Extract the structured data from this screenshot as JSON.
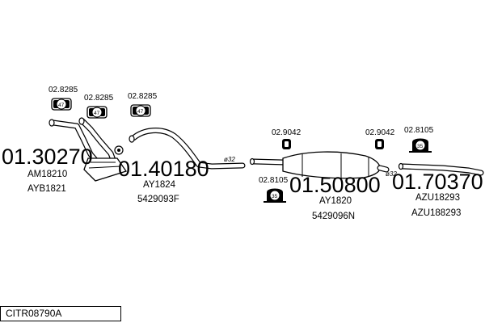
{
  "diagram_code": "CITR08790A",
  "parts": [
    {
      "number": "01.30270",
      "refs": [
        "AM18210",
        "AYB1821"
      ]
    },
    {
      "number": "01.40180",
      "refs": [
        "AY1824",
        "5429093F"
      ]
    },
    {
      "number": "01.50800",
      "refs": [
        "AY1820",
        "5429096N"
      ]
    },
    {
      "number": "01.70370",
      "refs": [
        "AZU18293",
        "AZU188293"
      ]
    }
  ],
  "clamps": [
    {
      "number": "02.8285",
      "size": "47"
    },
    {
      "number": "02.8285",
      "size": "47"
    },
    {
      "number": "02.8285",
      "size": "47"
    },
    {
      "number": "02.9042"
    },
    {
      "number": "02.9042"
    },
    {
      "number": "02.8105",
      "size": "35"
    },
    {
      "number": "02.8105",
      "size": "35"
    }
  ],
  "pipe_diameters": [
    "ø32",
    "ø32"
  ]
}
